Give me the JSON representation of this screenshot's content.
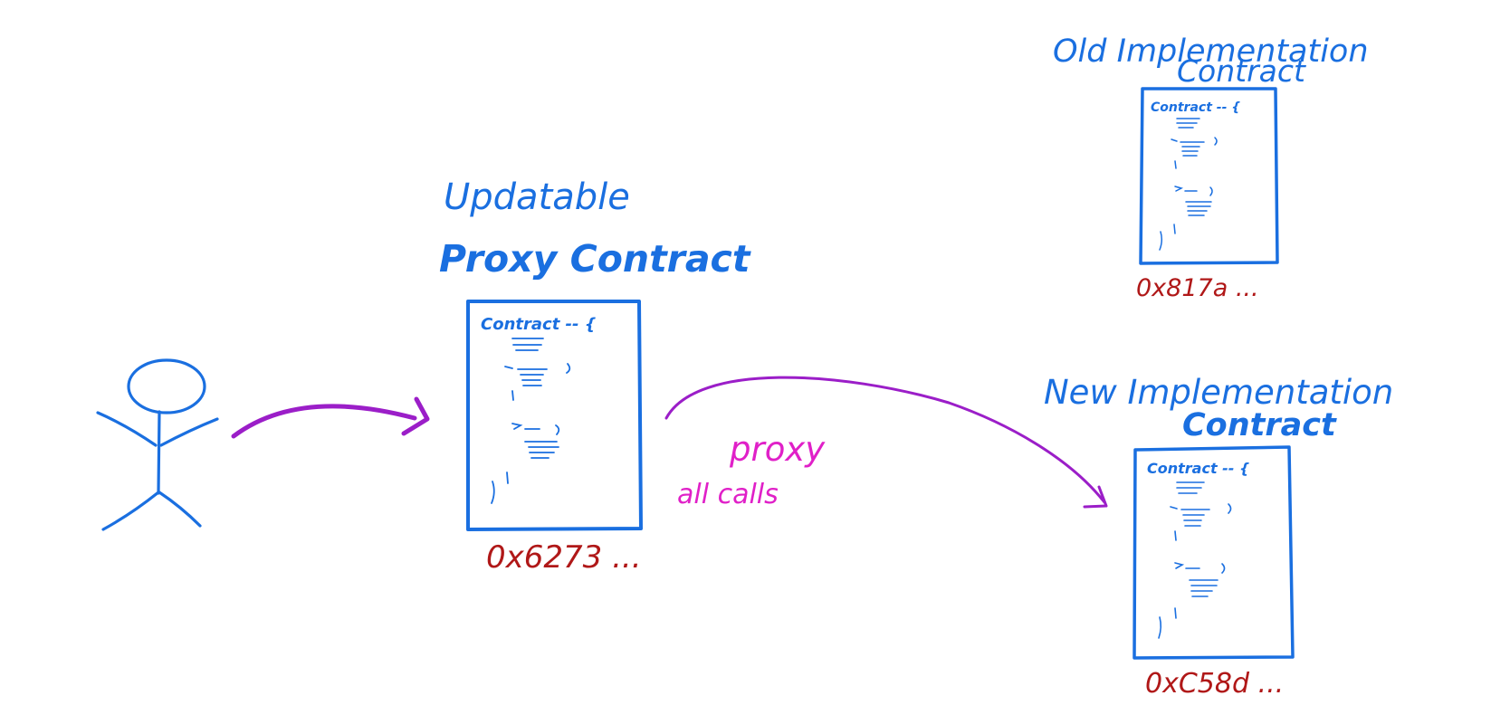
{
  "colors": {
    "ink_blue": "#1a6fe0",
    "ink_purple": "#9b1ec8",
    "ink_magenta": "#e020c8",
    "ink_red": "#b01818",
    "background": "#ffffff"
  },
  "user": {
    "icon": "stick-figure-icon"
  },
  "proxy": {
    "title_line1": "Updatable",
    "title_line2": "Proxy Contract",
    "code_header": "Contract -- {",
    "address": "0x6273 ..."
  },
  "old_impl": {
    "title_line1": "Old Implementation",
    "title_line2": "Contract",
    "code_header": "Contract -- {",
    "address": "0x817a ..."
  },
  "new_impl": {
    "title_line1": "New Implementation",
    "title_line2": "Contract",
    "code_header": "Contract -- {",
    "address": "0xC58d ..."
  },
  "arrow_label": {
    "line1": "proxy",
    "line2": "all calls"
  }
}
